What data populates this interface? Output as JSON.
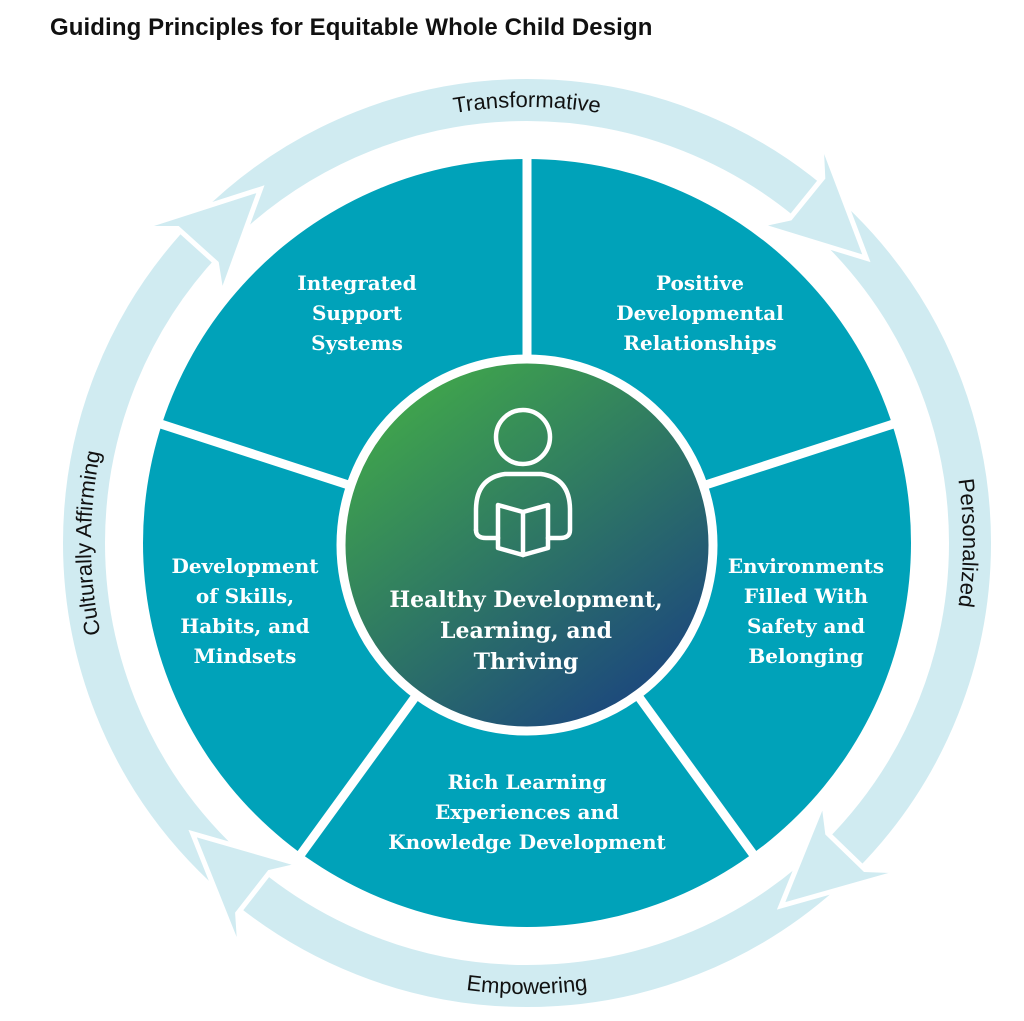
{
  "title": "Guiding Principles for Equitable Whole Child Design",
  "colors": {
    "segment": "#00a2b9",
    "ring": "#d0ebf1",
    "center_start": "#3fa34d",
    "center_end": "#1d4a7c"
  },
  "ring_labels": {
    "top": "Transformative",
    "right": "Personalized",
    "bottom": "Empowering",
    "left": "Culturally Affirming"
  },
  "segments": [
    {
      "name": "integrated-support-systems",
      "lines": [
        "Integrated",
        "Support",
        "Systems"
      ]
    },
    {
      "name": "positive-developmental-relationships",
      "lines": [
        "Positive",
        "Developmental",
        "Relationships"
      ]
    },
    {
      "name": "environments-safety-belonging",
      "lines": [
        "Environments",
        "Filled With",
        "Safety and",
        "Belonging"
      ]
    },
    {
      "name": "rich-learning-experiences",
      "lines": [
        "Rich Learning",
        "Experiences and",
        "Knowledge Development"
      ]
    },
    {
      "name": "development-of-skills",
      "lines": [
        "Development",
        "of Skills,",
        "Habits, and",
        "Mindsets"
      ]
    }
  ],
  "center": {
    "icon": "person-reading-icon",
    "lines": [
      "Healthy Development,",
      "Learning, and",
      "Thriving"
    ]
  }
}
